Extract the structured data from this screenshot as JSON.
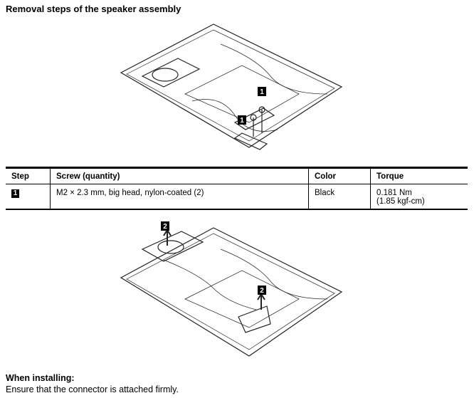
{
  "title": "Removal steps of the speaker assembly",
  "figure1": {
    "callouts": [
      "1",
      "1"
    ]
  },
  "table": {
    "headers": [
      "Step",
      "Screw (quantity)",
      "Color",
      "Torque"
    ],
    "rows": [
      {
        "step": "1",
        "screw": "M2 × 2.3 mm, big head, nylon-coated (2)",
        "color": "Black",
        "torque_line1": "0.181 Nm",
        "torque_line2": "(1.85 kgf-cm)"
      }
    ]
  },
  "figure2": {
    "callouts": [
      "2",
      "2"
    ]
  },
  "note": {
    "heading": "When installing:",
    "text": "Ensure that the connector is attached firmly."
  }
}
